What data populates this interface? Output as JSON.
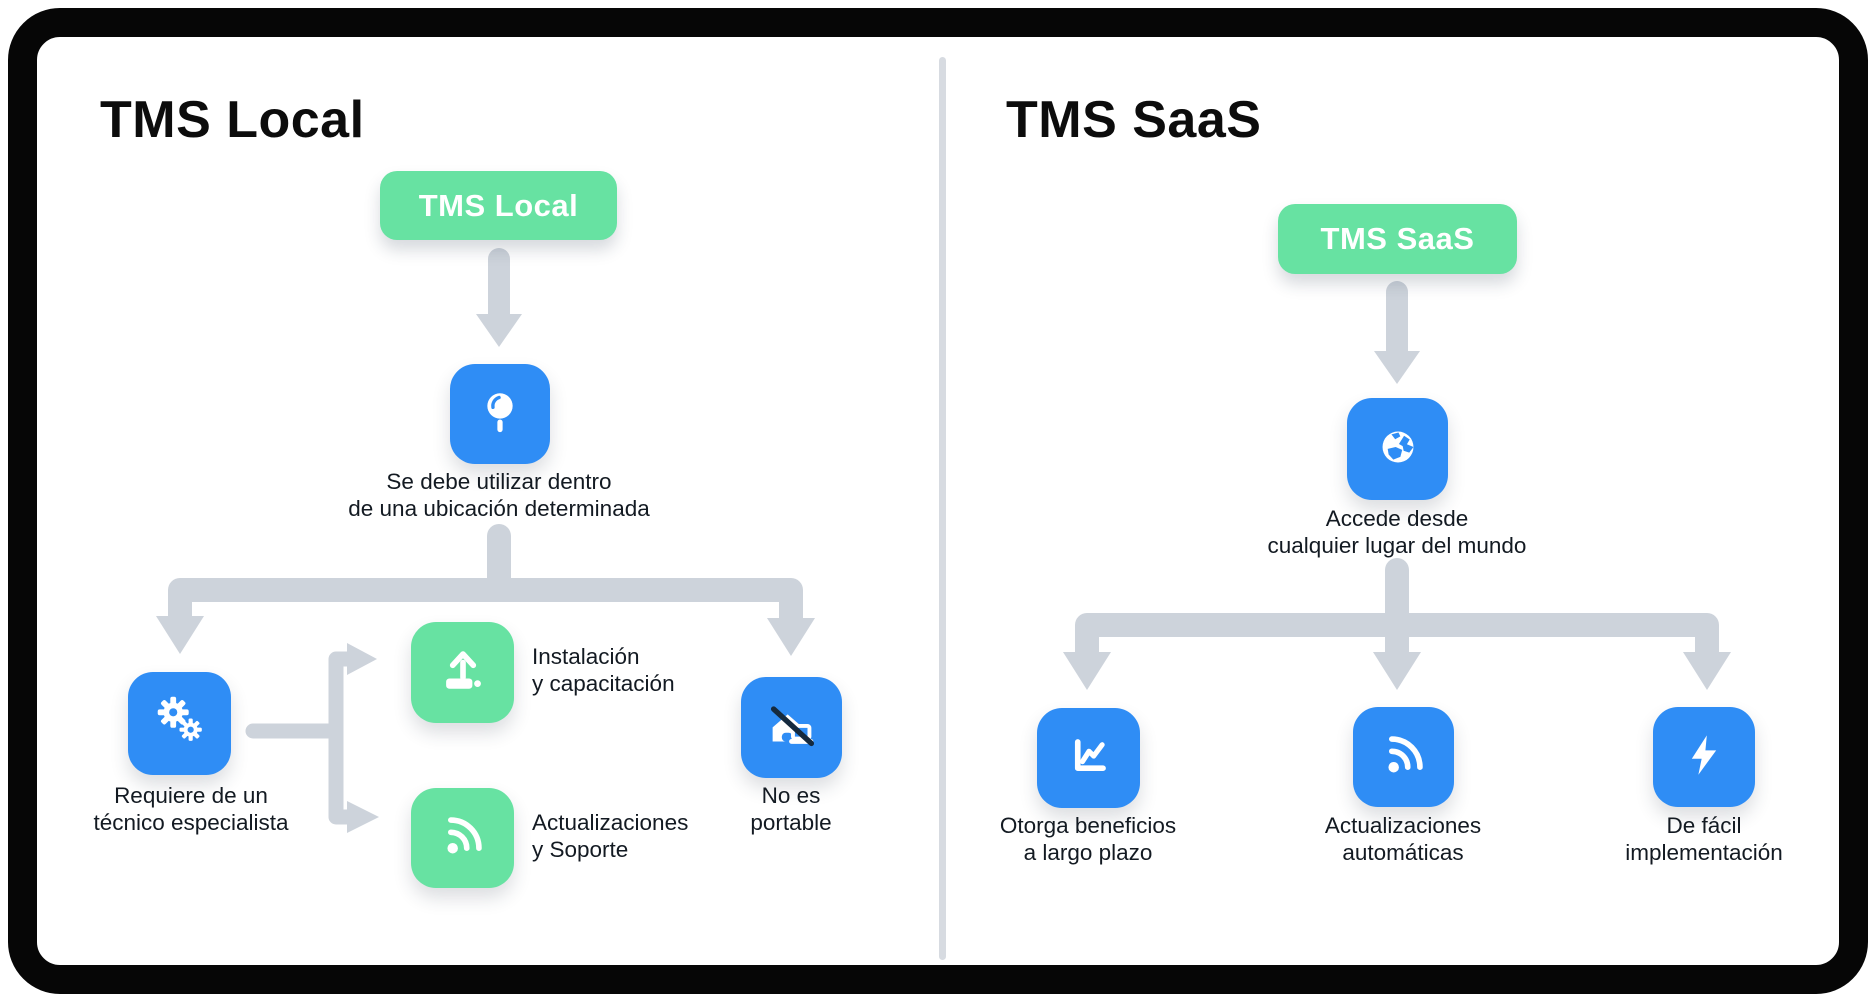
{
  "panels": {
    "local": {
      "title": "TMS Local",
      "root_label": "TMS Local",
      "hub": {
        "icon": "map-pin-icon",
        "label_line1": "Se debe utilizar dentro",
        "label_line2": "de una ubicación determinada"
      },
      "branches": [
        {
          "icon": "gears-icon",
          "color": "blue",
          "label_line1": "Requiere de un",
          "label_line2": "técnico especialista"
        },
        {
          "icon": "upload-icon",
          "color": "green",
          "label_line1": "Instalación",
          "label_line2": "y capacitación"
        },
        {
          "icon": "rss-icon",
          "color": "green",
          "label_line1": "Actualizaciones",
          "label_line2": "y Soporte"
        },
        {
          "icon": "no-portable-icon",
          "color": "blue",
          "label_line1": "No es",
          "label_line2": "portable"
        }
      ]
    },
    "saas": {
      "title": "TMS SaaS",
      "root_label": "TMS SaaS",
      "hub": {
        "icon": "globe-icon",
        "label_line1": "Accede desde",
        "label_line2": "cualquier lugar del mundo"
      },
      "branches": [
        {
          "icon": "line-chart-icon",
          "color": "blue",
          "label_line1": "Otorga beneficios",
          "label_line2": "a largo plazo"
        },
        {
          "icon": "rss-icon",
          "color": "blue",
          "label_line1": "Actualizaciones",
          "label_line2": "automáticas"
        },
        {
          "icon": "lightning-icon",
          "color": "blue",
          "label_line1": "De fácil",
          "label_line2": "implementación"
        }
      ]
    }
  },
  "colors": {
    "green": "#67e2a2",
    "blue": "#2f8df5",
    "connector": "#cdd3db",
    "slash_dark": "#152a3e",
    "frame_black": "#060606",
    "divider_gray": "#d7dbe1",
    "text_dark": "#131a22"
  }
}
